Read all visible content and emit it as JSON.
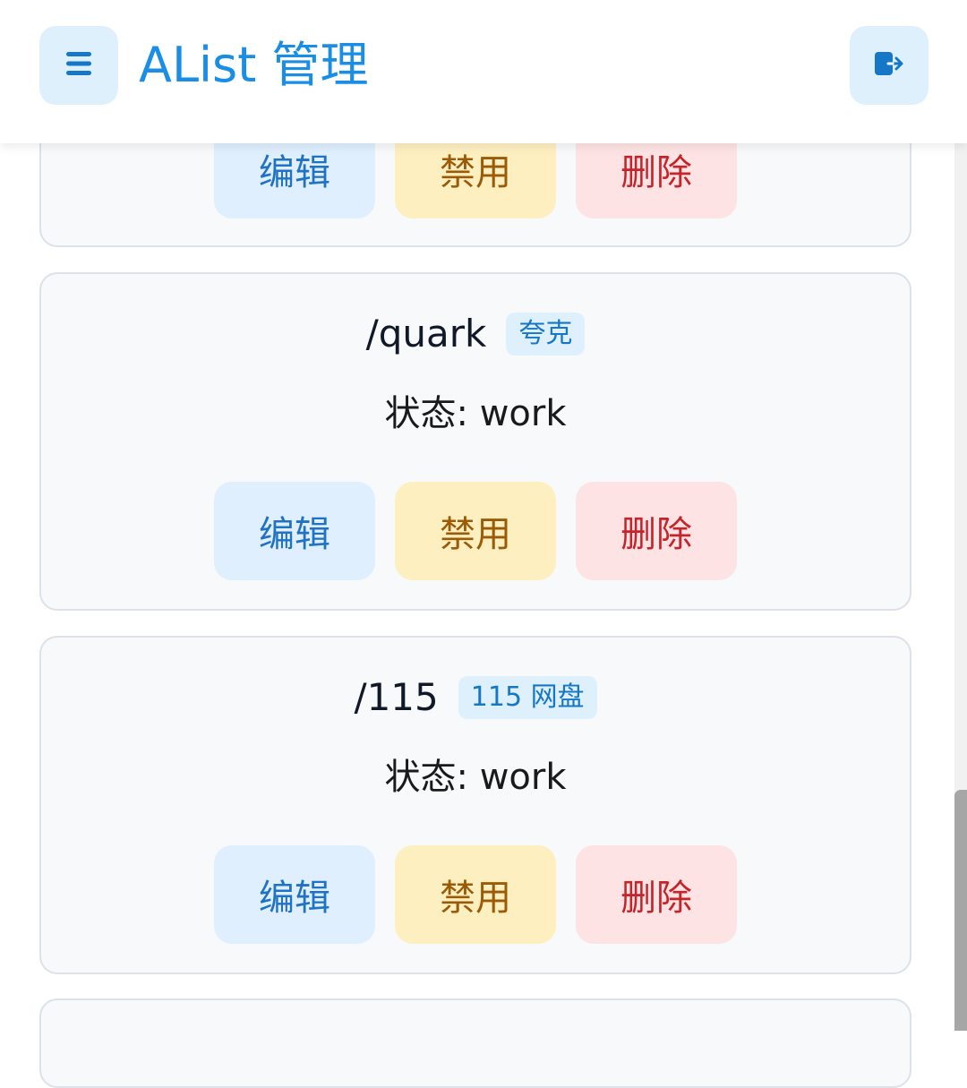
{
  "header": {
    "title": "AList 管理",
    "menu_icon": "hamburger-menu-icon",
    "logout_icon": "logout-icon"
  },
  "buttons": {
    "edit": "编辑",
    "disable": "禁用",
    "delete": "删除"
  },
  "storages": [
    {
      "path": "",
      "driver": "",
      "status": ""
    },
    {
      "path": "/quark",
      "driver": "夸克",
      "status": "状态: work"
    },
    {
      "path": "/115",
      "driver": "115 网盘",
      "status": "状态: work"
    }
  ],
  "colors": {
    "accent": "#1a8ee6",
    "edit_bg": "#dfeffd",
    "disable_bg": "#fdefc0",
    "delete_bg": "#fde3e3"
  }
}
